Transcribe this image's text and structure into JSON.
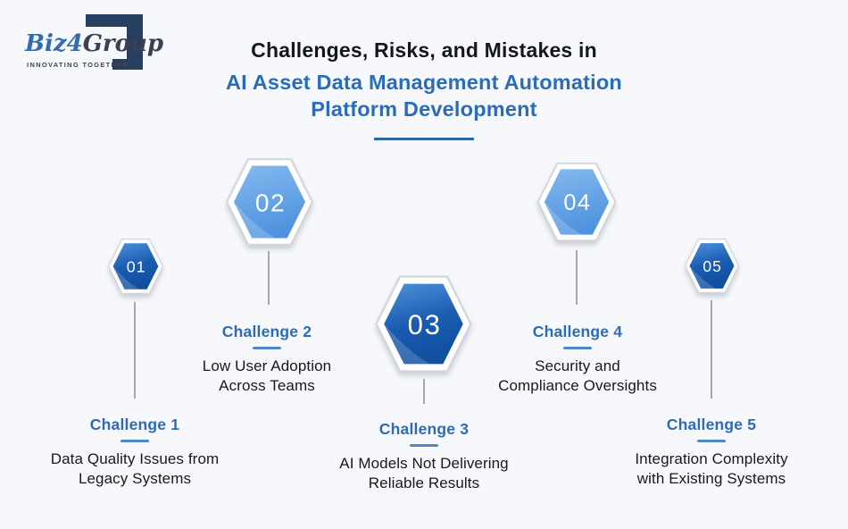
{
  "background_color": "#f7f8fb",
  "logo": {
    "brand_biz": "Biz",
    "brand_4": "4",
    "brand_group": "Group",
    "tagline": "INNOVATING TOGETHER",
    "brand_blue": "#2f6db2",
    "brand_dark": "#3a4152",
    "bracket_color": "#263e5f"
  },
  "title": {
    "line1": "Challenges, Risks, and Mistakes in",
    "line2": "AI Asset Data Management Automation",
    "line3": "Platform Development",
    "dark_color": "#14171c",
    "accent_color": "#2b6cb8",
    "divider_color": "#2f6a9e"
  },
  "challenges": [
    {
      "number": "01",
      "label": "Challenge 1",
      "line1": "Data Quality Issues from",
      "line2": "Legacy Systems",
      "hex_style": "dark"
    },
    {
      "number": "02",
      "label": "Challenge 2",
      "line1": "Low User Adoption",
      "line2": "Across Teams",
      "hex_style": "light"
    },
    {
      "number": "03",
      "label": "Challenge 3",
      "line1": "AI Models Not Delivering",
      "line2": "Reliable Results",
      "hex_style": "dark"
    },
    {
      "number": "04",
      "label": "Challenge 4",
      "line1": "Security and",
      "line2": "Compliance Oversights",
      "hex_style": "light"
    },
    {
      "number": "05",
      "label": "Challenge 5",
      "line1": "Integration Complexity",
      "line2": "with Existing Systems",
      "hex_style": "dark"
    }
  ],
  "colors": {
    "heading_blue": "#2e6bb4",
    "heading_underline": "#4e88c4",
    "body_text": "#17191d",
    "connector_gray": "#a3a7ad",
    "hex_dark_top": "#4c92dc",
    "hex_dark_bottom": "#114f9f",
    "hex_light_top": "#85b9ee",
    "hex_light_bottom": "#4f93e0",
    "hex_border": "#d3d7dd"
  }
}
